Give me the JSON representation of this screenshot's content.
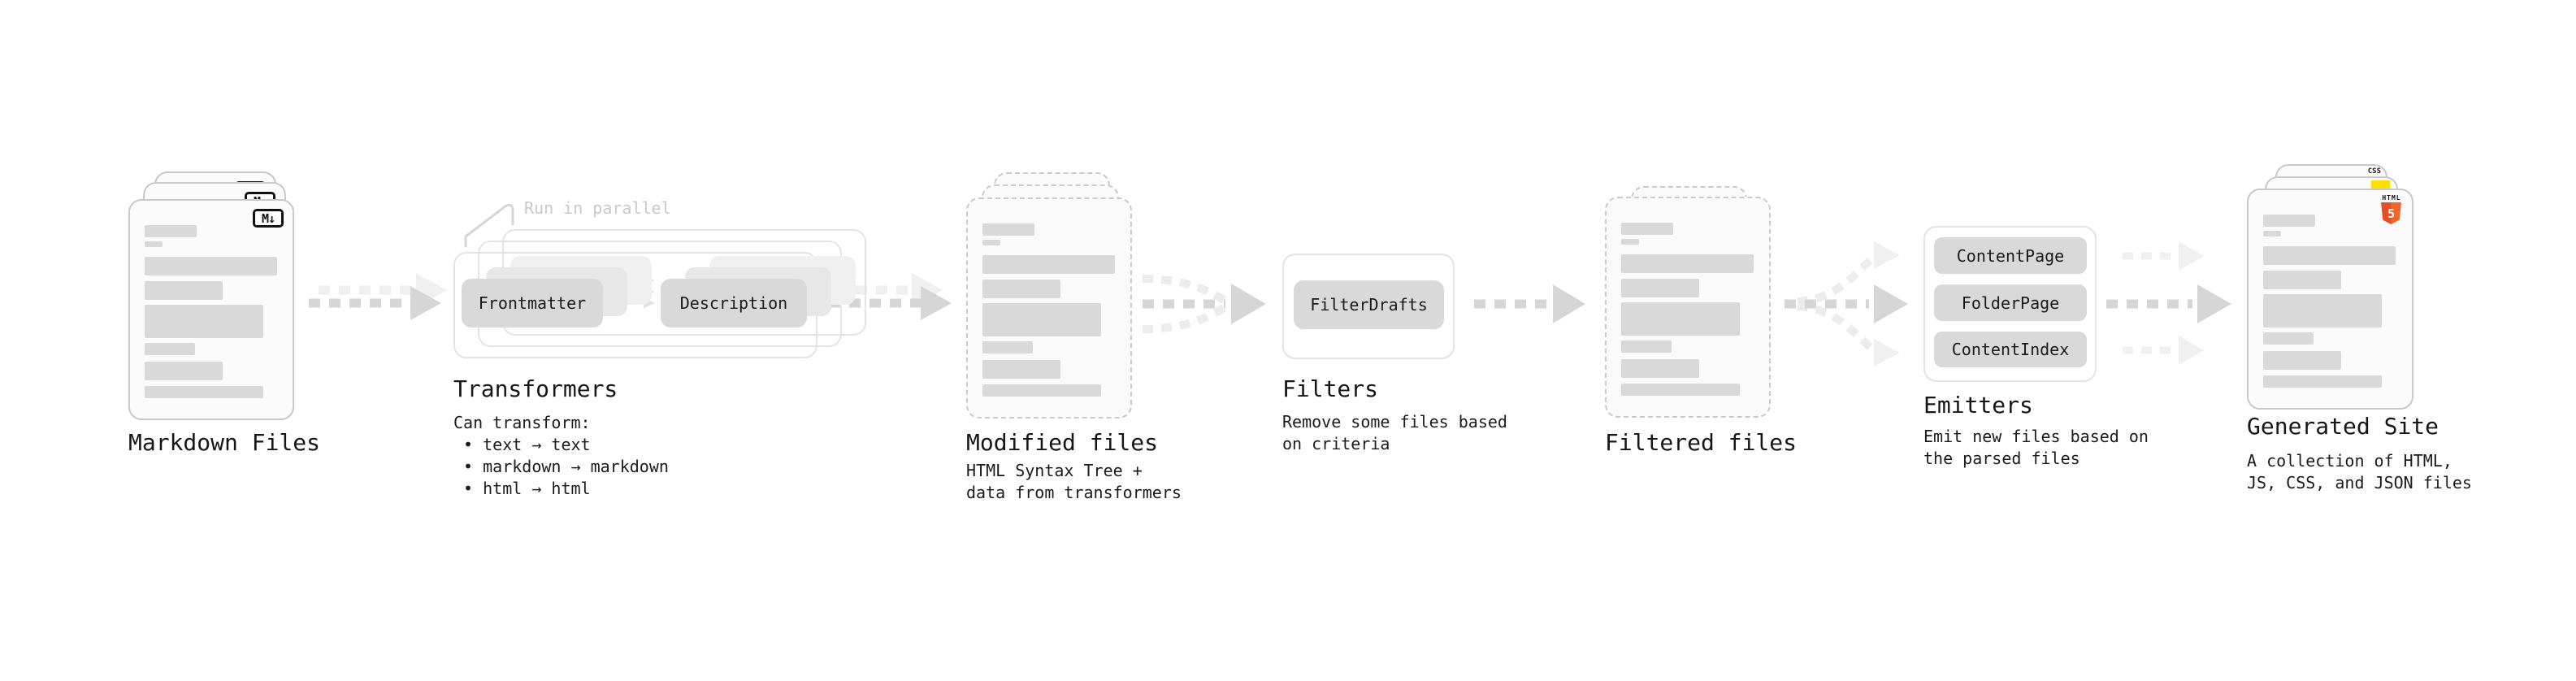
{
  "stages": {
    "markdown_files": {
      "label": "Markdown Files",
      "badge": "M↓"
    },
    "transformers": {
      "label": "Transformers",
      "note": "Run in parallel",
      "desc": "Can transform:\n • text → text\n • markdown → markdown\n • html → html",
      "boxes": [
        "Frontmatter",
        "Description"
      ]
    },
    "modified_files": {
      "label": "Modified files",
      "desc": "HTML Syntax Tree +\ndata from transformers"
    },
    "filters": {
      "label": "Filters",
      "desc": "Remove some files based\non criteria",
      "boxes": [
        "FilterDrafts"
      ]
    },
    "filtered_files": {
      "label": "Filtered files"
    },
    "emitters": {
      "label": "Emitters",
      "desc": "Emit new files based on\nthe parsed files",
      "boxes": [
        "ContentPage",
        "FolderPage",
        "ContentIndex"
      ]
    },
    "generated_site": {
      "label": "Generated Site",
      "desc": "A collection of HTML,\nJS, CSS, and JSON files",
      "badges": {
        "html5_word": "HTML",
        "html5_number": "5",
        "css": "CSS"
      }
    }
  },
  "colors": {
    "html5_orange": "#e44d26",
    "js_yellow": "#ffdf00",
    "css_blue": "#2b65f0",
    "arrow_gray": "#d6d6d6",
    "box_gray": "#d9d9d9"
  }
}
